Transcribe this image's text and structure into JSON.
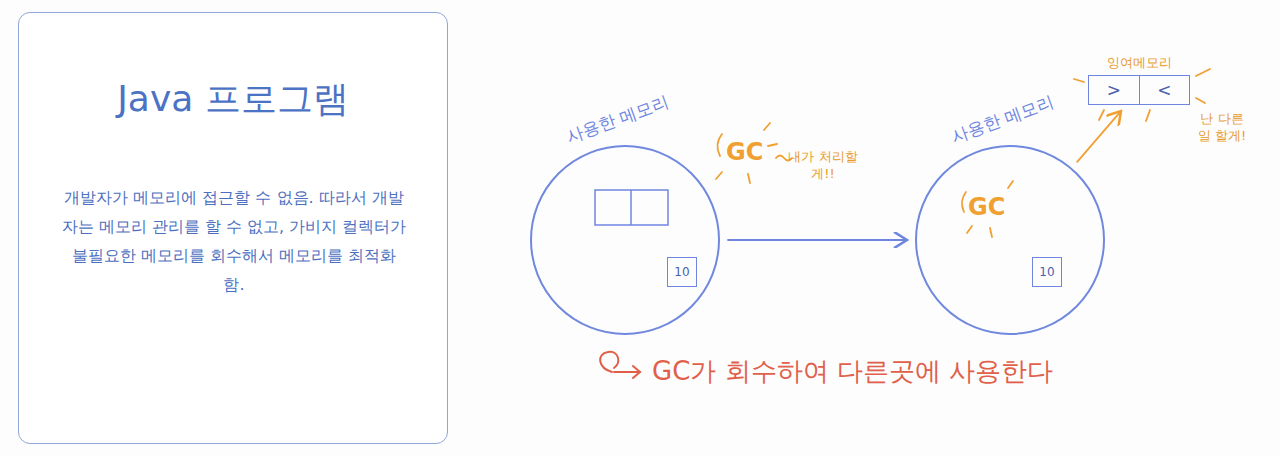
{
  "diagram": {
    "nodes": [
      {
        "text": [
          "Java 프로그램",
          "개발자가 메모리에 접근할 수 없음. 따라서 개발자는 메모리 관리를 할 수 없고, 가비지 컬렉터가 불필요한 메모리를 회수해서 메모리를 최적화 함."
        ]
      },
      {
        "text": [
          "사용한 메모리"
        ]
      },
      {
        "text": [
          "10"
        ],
        "in": 1
      },
      {
        "text": [
          "사용한 메모리"
        ]
      },
      {
        "text": [
          "10"
        ],
        "in": 3
      },
      {
        "text": [
          "잉여메모리",
          ">",
          "<"
        ]
      }
    ],
    "edges": [
      {
        "from": 1,
        "to": 3,
        "arrow": "to"
      },
      {
        "from": 3,
        "to": 5,
        "arrow": "to"
      }
    ],
    "labels": [
      "GC",
      "내가 처리할게!!",
      "GC",
      "난 다른일 할게!",
      "GC가 회수하여 다른곳에 사용한다"
    ]
  }
}
